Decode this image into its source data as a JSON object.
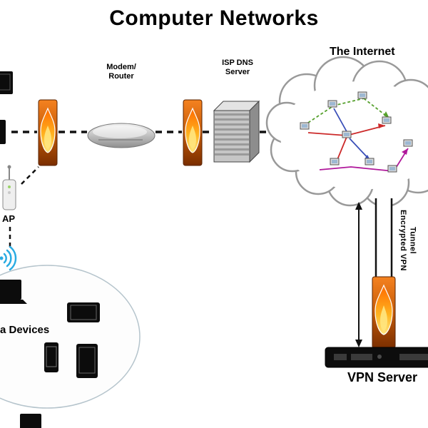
{
  "title": "Computer Networks",
  "internet_label": "The Internet",
  "modem_router": [
    "Modem/",
    "Router"
  ],
  "isp_dns": [
    "ISP DNS",
    "Server"
  ],
  "ap_label": "AP",
  "devices_label": "a Devices",
  "vpn_tunnel_label": [
    "Encrypted VPN",
    "Tunnel"
  ],
  "vpn_server_label": "VPN Server",
  "colors": {
    "flame_body_top": "#f58220",
    "flame_body_bottom": "#7a2e00",
    "flame_inner": "#ffd24d",
    "cloud_stroke": "#999999",
    "link_green": "#55a02c",
    "link_red": "#cc2a2a",
    "link_blue": "#3a4fb8",
    "link_purple": "#b0189b",
    "wifi_blue": "#29abe2",
    "dash_black": "#111111"
  }
}
